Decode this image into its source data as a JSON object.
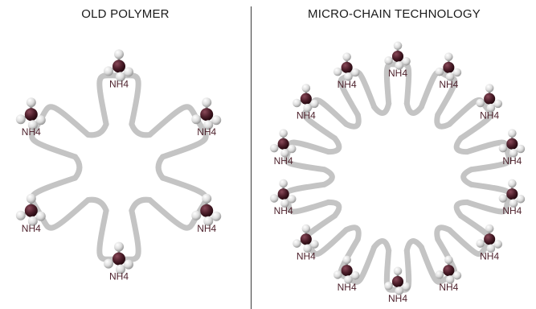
{
  "panels": {
    "left": {
      "title": "OLD POLYMER"
    },
    "right": {
      "title": "MICRO-CHAIN TECHNOLOGY"
    }
  },
  "molecule_label": "NH4",
  "colors": {
    "chain": "#c4c4c4",
    "nitrogen": "#4e1f2b",
    "hydrogen": "#e6e6e6",
    "label": "#4b1f2a",
    "divider": "#3a3a3a"
  },
  "structures": {
    "old_polymer": {
      "molecule_count": 6
    },
    "micro_chain": {
      "molecule_count": 14
    }
  }
}
